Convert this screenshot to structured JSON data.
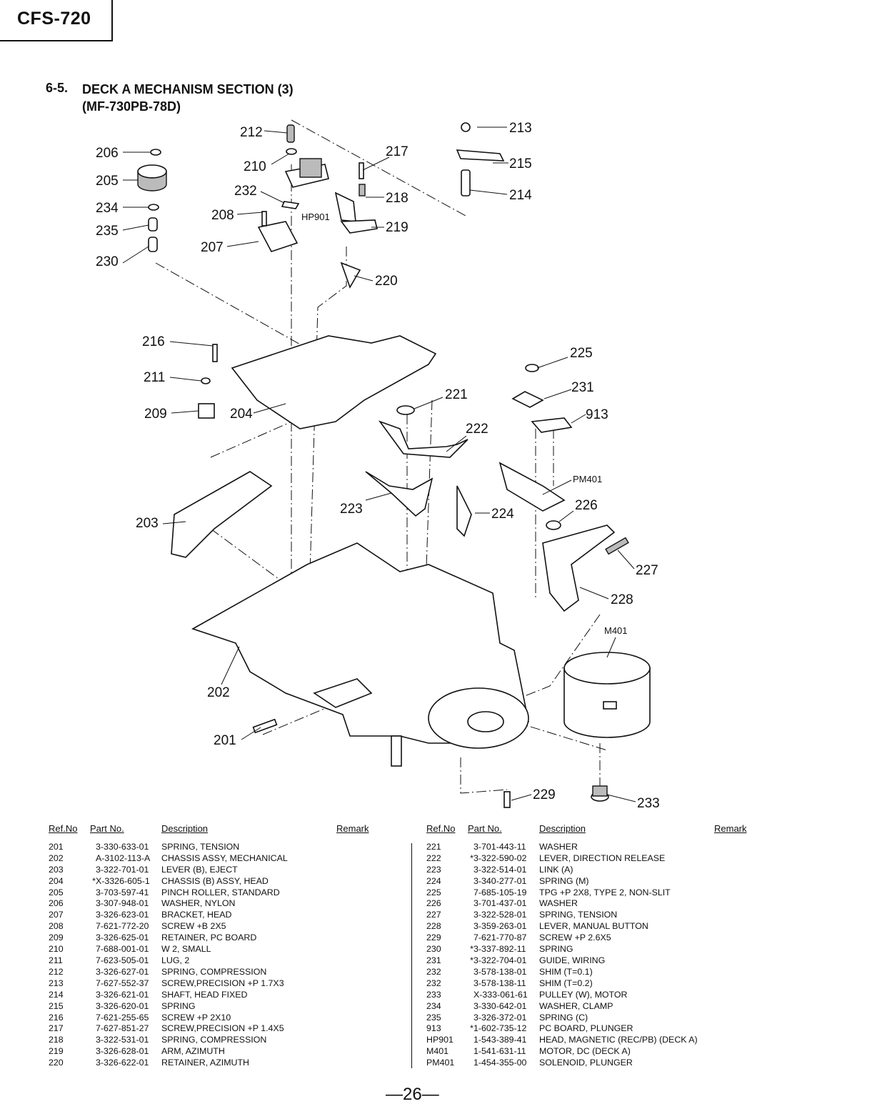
{
  "header": {
    "model": "CFS-720"
  },
  "section": {
    "number": "6-5.",
    "title": "DECK A MECHANISM SECTION (3)",
    "subtitle": "(MF-730PB-78D)"
  },
  "diagram": {
    "callouts": [
      "212",
      "213",
      "206",
      "217",
      "210",
      "215",
      "205",
      "218",
      "232",
      "214",
      "234",
      "208",
      "HP901",
      "219",
      "235",
      "207",
      "230",
      "220",
      "216",
      "225",
      "211",
      "231",
      "221",
      "209",
      "204",
      "913",
      "222",
      "PM401",
      "223",
      "224",
      "226",
      "203",
      "227",
      "228",
      "M401",
      "202",
      "201",
      "229",
      "233"
    ]
  },
  "table": {
    "headers": {
      "ref": "Ref.No",
      "part": "Part No.",
      "desc": "Description",
      "remark": "Remark"
    },
    "left": [
      {
        "ref": "201",
        "star": "",
        "part": "3-330-633-01",
        "desc": "SPRING, TENSION"
      },
      {
        "ref": "202",
        "star": "",
        "part": "A-3102-113-A",
        "desc": "CHASSIS ASSY, MECHANICAL"
      },
      {
        "ref": "203",
        "star": "",
        "part": "3-322-701-01",
        "desc": "LEVER (B), EJECT"
      },
      {
        "ref": "204",
        "star": "*",
        "part": "X-3326-605-1",
        "desc": "CHASSIS (B) ASSY, HEAD"
      },
      {
        "ref": "205",
        "star": "",
        "part": "3-703-597-41",
        "desc": "PINCH ROLLER, STANDARD"
      },
      {
        "ref": "206",
        "star": "",
        "part": "3-307-948-01",
        "desc": "WASHER, NYLON"
      },
      {
        "ref": "207",
        "star": "",
        "part": "3-326-623-01",
        "desc": "BRACKET, HEAD"
      },
      {
        "ref": "208",
        "star": "",
        "part": "7-621-772-20",
        "desc": "SCREW +B  2X5"
      },
      {
        "ref": "209",
        "star": "",
        "part": "3-326-625-01",
        "desc": "RETAINER, PC BOARD"
      },
      {
        "ref": "210",
        "star": "",
        "part": "7-688-001-01",
        "desc": "W 2, SMALL"
      },
      {
        "ref": "211",
        "star": "",
        "part": "7-623-505-01",
        "desc": "LUG, 2"
      },
      {
        "ref": "212",
        "star": "",
        "part": "3-326-627-01",
        "desc": "SPRING, COMPRESSION"
      },
      {
        "ref": "213",
        "star": "",
        "part": "7-627-552-37",
        "desc": "SCREW,PRECISION +P 1.7X3"
      },
      {
        "ref": "214",
        "star": "",
        "part": "3-326-621-01",
        "desc": "SHAFT, HEAD FIXED"
      },
      {
        "ref": "215",
        "star": "",
        "part": "3-326-620-01",
        "desc": "SPRING"
      },
      {
        "ref": "216",
        "star": "",
        "part": "7-621-255-65",
        "desc": "SCREW +P  2X10"
      },
      {
        "ref": "217",
        "star": "",
        "part": "7-627-851-27",
        "desc": "SCREW,PRECISION +P 1.4X5"
      },
      {
        "ref": "218",
        "star": "",
        "part": "3-322-531-01",
        "desc": "SPRING, COMPRESSION"
      },
      {
        "ref": "219",
        "star": "",
        "part": "3-326-628-01",
        "desc": "ARM, AZIMUTH"
      },
      {
        "ref": "220",
        "star": "",
        "part": "3-326-622-01",
        "desc": "RETAINER, AZIMUTH"
      }
    ],
    "right": [
      {
        "ref": "221",
        "star": "",
        "part": "3-701-443-11",
        "desc": "WASHER"
      },
      {
        "ref": "222",
        "star": "*",
        "part": "3-322-590-02",
        "desc": "LEVER, DIRECTION RELEASE"
      },
      {
        "ref": "223",
        "star": "",
        "part": "3-322-514-01",
        "desc": "LINK (A)"
      },
      {
        "ref": "224",
        "star": "",
        "part": "3-340-277-01",
        "desc": "SPRING (M)"
      },
      {
        "ref": "225",
        "star": "",
        "part": "7-685-105-19",
        "desc": "TPG +P 2X8, TYPE 2, NON-SLIT"
      },
      {
        "ref": "226",
        "star": "",
        "part": "3-701-437-01",
        "desc": "WASHER"
      },
      {
        "ref": "227",
        "star": "",
        "part": "3-322-528-01",
        "desc": "SPRING, TENSION"
      },
      {
        "ref": "228",
        "star": "",
        "part": "3-359-263-01",
        "desc": "LEVER, MANUAL BUTTON"
      },
      {
        "ref": "229",
        "star": "",
        "part": "7-621-770-87",
        "desc": "SCREW +P 2.6X5"
      },
      {
        "ref": "230",
        "star": "*",
        "part": "3-337-892-11",
        "desc": "SPRING"
      },
      {
        "ref": "231",
        "star": "*",
        "part": "3-322-704-01",
        "desc": "GUIDE, WIRING"
      },
      {
        "ref": "232",
        "star": "",
        "part": "3-578-138-01",
        "desc": "SHIM (T=0.1)"
      },
      {
        "ref": "232",
        "star": "",
        "part": "3-578-138-11",
        "desc": "SHIM (T=0.2)"
      },
      {
        "ref": "233",
        "star": "",
        "part": "X-333-061-61",
        "desc": "PULLEY (W), MOTOR"
      },
      {
        "ref": "234",
        "star": "",
        "part": "3-330-642-01",
        "desc": "WASHER, CLAMP"
      },
      {
        "ref": "235",
        "star": "",
        "part": "3-326-372-01",
        "desc": "SPRING (C)"
      },
      {
        "ref": "913",
        "star": "*",
        "part": "1-602-735-12",
        "desc": "PC BOARD, PLUNGER"
      },
      {
        "ref": "HP901",
        "star": "",
        "part": "1-543-389-41",
        "desc": "HEAD, MAGNETIC (REC/PB) (DECK A)"
      },
      {
        "ref": "M401",
        "star": "",
        "part": "1-541-631-11",
        "desc": "MOTOR, DC (DECK A)"
      },
      {
        "ref": "PM401",
        "star": "",
        "part": "1-454-355-00",
        "desc": "SOLENOID, PLUNGER"
      }
    ]
  },
  "footer": {
    "page": "—26—"
  }
}
